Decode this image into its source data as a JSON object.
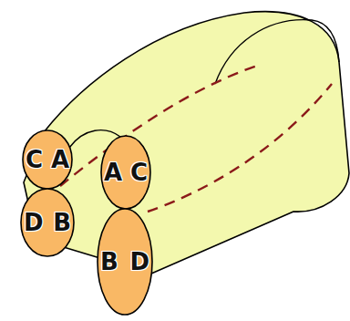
{
  "diagram": {
    "nodes": [
      {
        "text": [
          "C",
          "A"
        ]
      },
      {
        "text": [
          "D",
          "B"
        ]
      },
      {
        "text": [
          "A",
          "C"
        ]
      },
      {
        "text": [
          "B",
          "D"
        ]
      }
    ]
  }
}
